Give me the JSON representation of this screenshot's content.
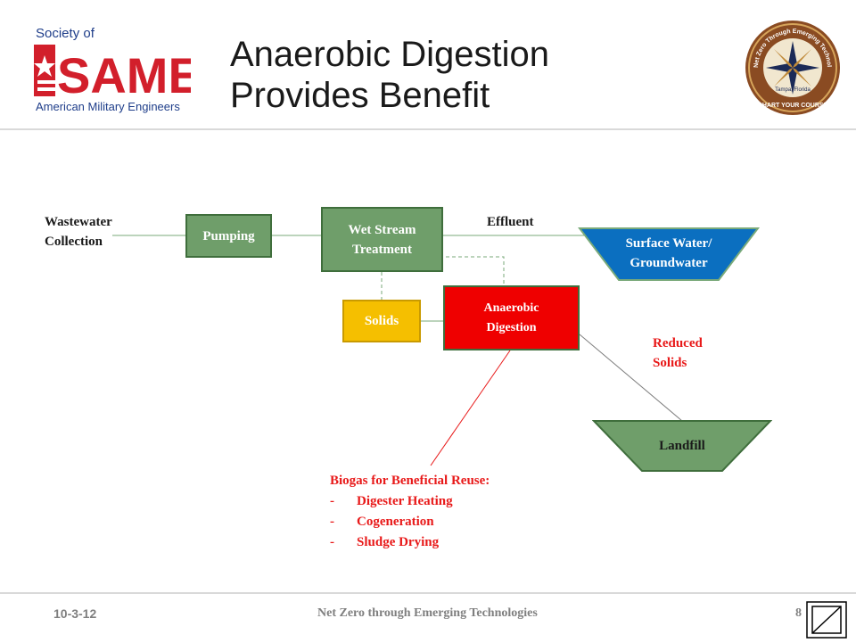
{
  "header": {
    "title_line1": "Anaerobic Digestion",
    "title_line2": "Provides Benefit",
    "logo_left": {
      "line1": "Society of",
      "main": "SAME",
      "line2": "American Military Engineers"
    },
    "logo_right": {
      "ring_text": "Net Zero Through Emerging Technologies",
      "sub_text": "Tampa, Florida",
      "bottom_text": "CHART YOUR COURSE"
    }
  },
  "diagram": {
    "wastewater_collection": {
      "line1": "Wastewater",
      "line2": "Collection"
    },
    "pumping": "Pumping",
    "wet_stream": {
      "line1": "Wet Stream",
      "line2": "Treatment"
    },
    "effluent": "Effluent",
    "surface_water": {
      "line1": "Surface Water/",
      "line2": "Groundwater"
    },
    "solids": "Solids",
    "anaerobic": {
      "line1": "Anaerobic",
      "line2": "Digestion"
    },
    "reduced_solids": {
      "line1": "Reduced",
      "line2": "Solids"
    },
    "landfill": "Landfill",
    "biogas": {
      "heading": "Biogas for Beneficial Reuse:",
      "items": [
        {
          "bullet": "-",
          "text": "Digester Heating"
        },
        {
          "bullet": "-",
          "text": "Cogeneration"
        },
        {
          "bullet": "-",
          "text": "Sludge Drying"
        }
      ]
    },
    "colors": {
      "green": "#6f9e6a",
      "yellow": "#f5bf00",
      "red": "#ef0000",
      "blue": "#0b6fc0",
      "text_red": "#e81919"
    }
  },
  "footer": {
    "date": "10-3-12",
    "center_text": "Net Zero through Emerging Technologies",
    "page_number": "8"
  }
}
